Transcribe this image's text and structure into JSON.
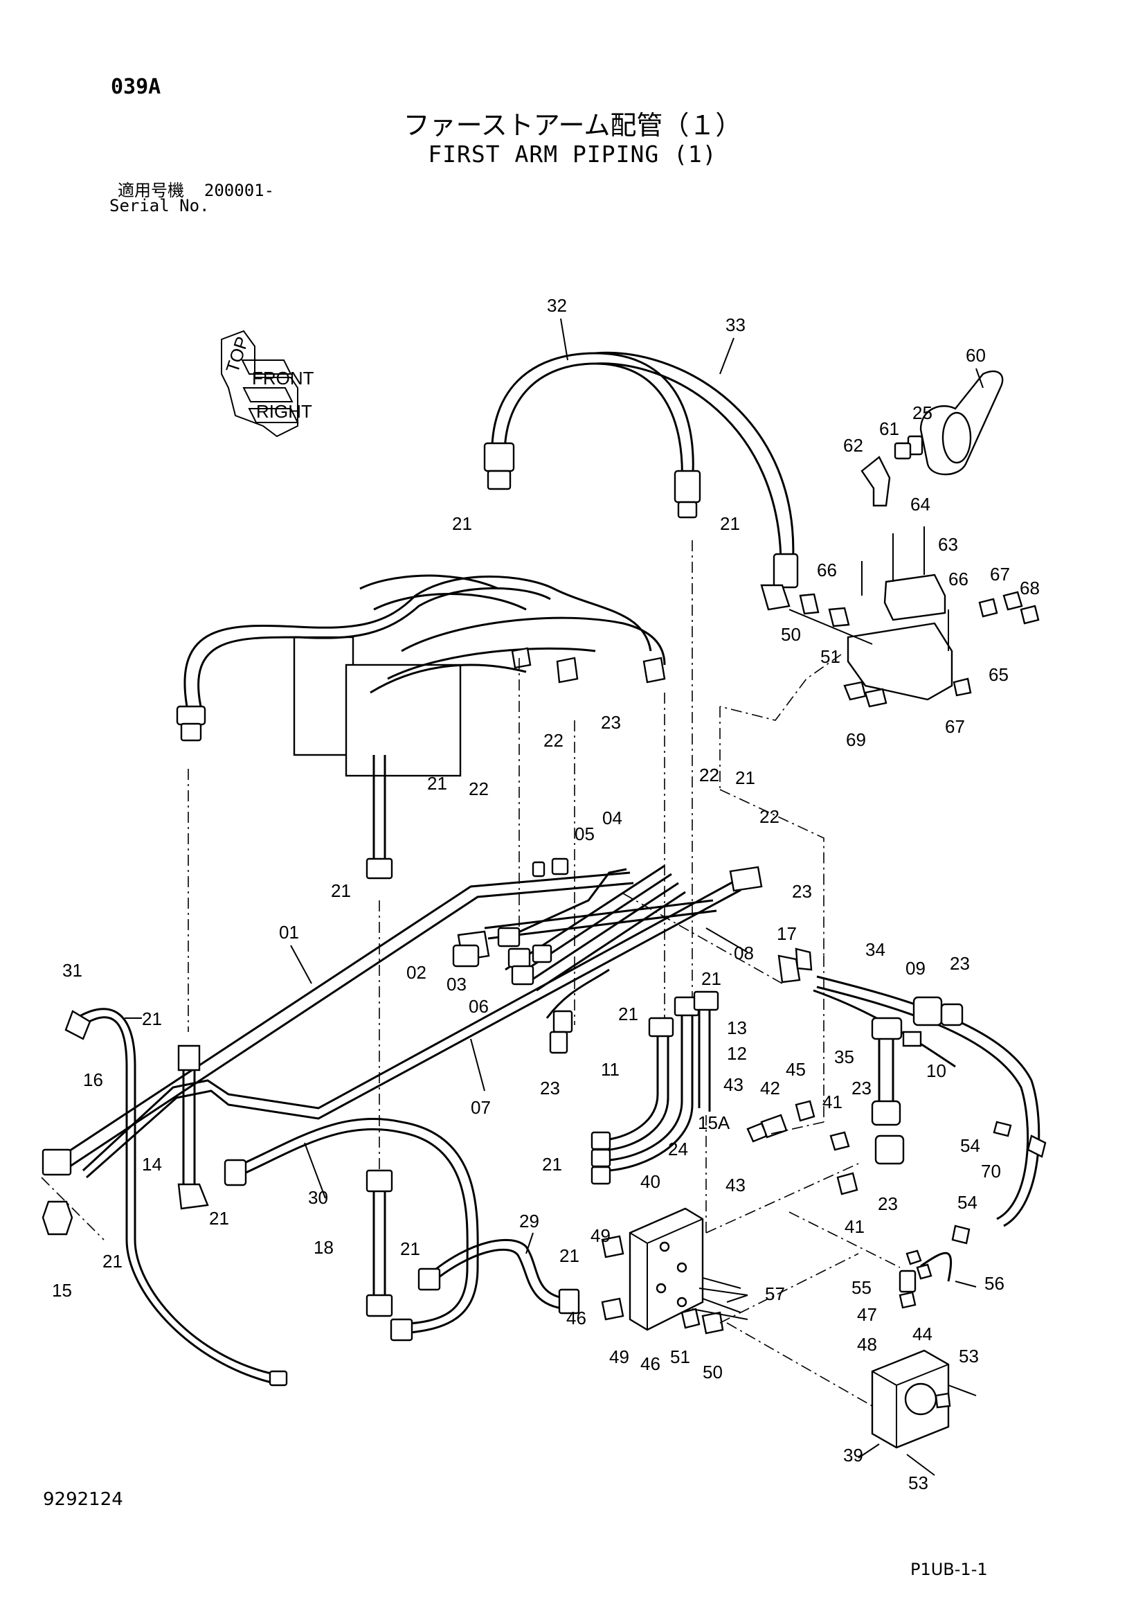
{
  "header": {
    "code": "039A",
    "title_jp": "ファーストアーム配管（１）",
    "title_en": "FIRST ARM PIPING (1)",
    "serial_label_jp": "適用号機",
    "serial_range": "200001-",
    "serial_label_en": "Serial No."
  },
  "orientation": {
    "top": "TOP",
    "front": "FRONT",
    "right": "RIGHT"
  },
  "callouts": [
    "32",
    "33",
    "60",
    "25",
    "61",
    "62",
    "21",
    "64",
    "63",
    "66",
    "66",
    "67",
    "68",
    "50",
    "51",
    "65",
    "69",
    "67",
    "21",
    "23",
    "22",
    "22",
    "21",
    "22",
    "22",
    "21",
    "04",
    "05",
    "22",
    "21",
    "23",
    "01",
    "08",
    "17",
    "34",
    "09",
    "23",
    "02",
    "03",
    "06",
    "21",
    "31",
    "21",
    "16",
    "14",
    "21",
    "13",
    "12",
    "11",
    "23",
    "35",
    "10",
    "07",
    "45",
    "43",
    "42",
    "41",
    "23",
    "15A",
    "24",
    "43",
    "54",
    "70",
    "21",
    "30",
    "21",
    "15",
    "18",
    "21",
    "29",
    "40",
    "49",
    "21",
    "46",
    "49",
    "46",
    "51",
    "50",
    "57",
    "41",
    "23",
    "55",
    "56",
    "47",
    "44",
    "48",
    "54",
    "53",
    "39",
    "53",
    "21"
  ],
  "footer": {
    "doc_number": "9292124",
    "page_ref": "P1UB-1-1"
  }
}
